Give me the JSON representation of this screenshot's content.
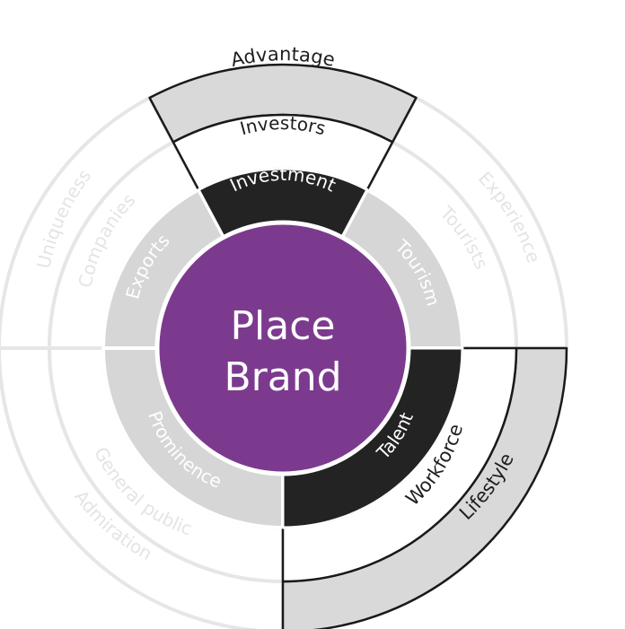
{
  "center": {
    "line1": "Place",
    "line2": "Brand",
    "color": "#7c3a8f"
  },
  "colors": {
    "dark": "#232323",
    "ring_gray": "#d9d9d9",
    "inner_gray": "#d6d6d6",
    "faded_stroke": "#e6e6e6",
    "faded_text": "#ffffff",
    "outline": "#1a1a1a",
    "text_dark": "#1e1e1e"
  },
  "segments": {
    "top": {
      "outer": "Advantage",
      "middle": "Investors",
      "inner": "Investment"
    },
    "right": {
      "outer": "Experience",
      "middle": "Tourists",
      "inner": "Tourism"
    },
    "bottom_right": {
      "outer": "Lifestyle",
      "middle": "Workforce",
      "inner": "Talent"
    },
    "bottom_left": {
      "outer": "Admiration",
      "middle": "General public",
      "inner": "Prominence"
    },
    "left": {
      "outer": "Uniqueness",
      "middle": "Companies",
      "inner": "Exports"
    }
  }
}
